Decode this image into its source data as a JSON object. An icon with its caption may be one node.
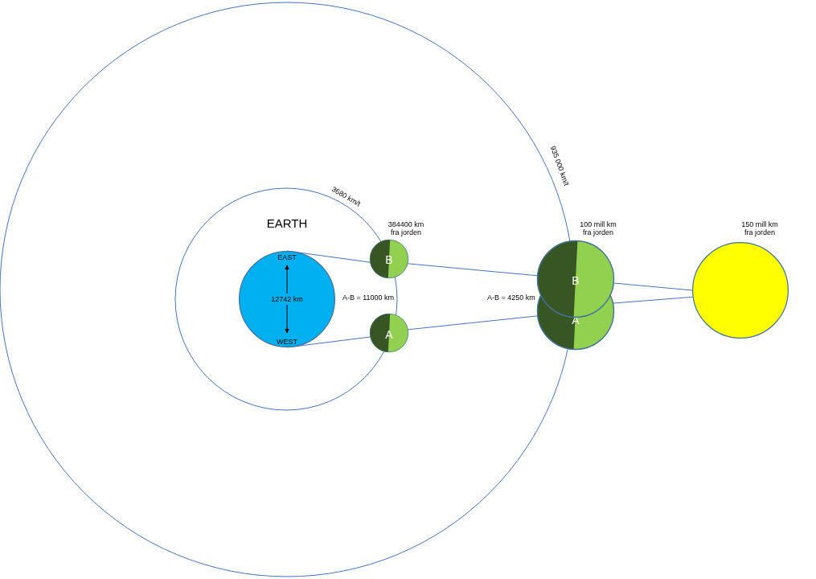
{
  "diagram": {
    "nodes": [
      {
        "text": [
          "EARTH",
          "EAST",
          "12742 km",
          "WEST"
        ]
      },
      {
        "text": [
          "B"
        ],
        "beside": [
          "384400 km fra jorden"
        ]
      },
      {
        "text": [
          "A"
        ]
      },
      {
        "text": [
          "B"
        ],
        "beside": [
          "100 mill km fra jorden"
        ]
      },
      {
        "text": [
          "A"
        ]
      },
      {
        "text": [],
        "shape": "circle",
        "beside": [
          "150 mill km fra jorden"
        ]
      }
    ],
    "edges": [
      {
        "from": 0,
        "to": 1,
        "arrow": "none"
      },
      {
        "from": 1,
        "to": 3,
        "arrow": "none"
      },
      {
        "from": 3,
        "to": 5,
        "arrow": "none"
      },
      {
        "from": 0,
        "to": 2,
        "arrow": "none"
      },
      {
        "from": 2,
        "to": 4,
        "arrow": "none"
      },
      {
        "from": 4,
        "to": 5,
        "arrow": "none"
      }
    ],
    "labels": [
      "935 000 km/t",
      "3680 km/t",
      "A-B = 11000 km",
      "A-B = 4250 km"
    ]
  }
}
